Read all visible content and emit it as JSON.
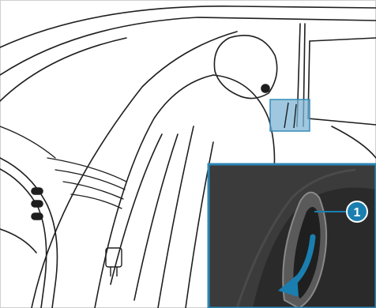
{
  "figure": {
    "callout": {
      "label": "1"
    },
    "colors": {
      "line": "#1e1e1e",
      "highlight_fill": "#7fb6d6",
      "highlight_stroke": "#2c86b6",
      "inset_border": "#2c86b6",
      "callout_fill": "#1a7fb0",
      "callout_text": "#ffffff",
      "arrow": "#1a7fb0",
      "inset_dark": "#2a2a2a",
      "inset_mid": "#4a4a4a"
    },
    "icons": [
      "car-interior-drawing",
      "headrest-highlight",
      "seat-release-inset",
      "direction-arrow",
      "callout-badge"
    ]
  }
}
